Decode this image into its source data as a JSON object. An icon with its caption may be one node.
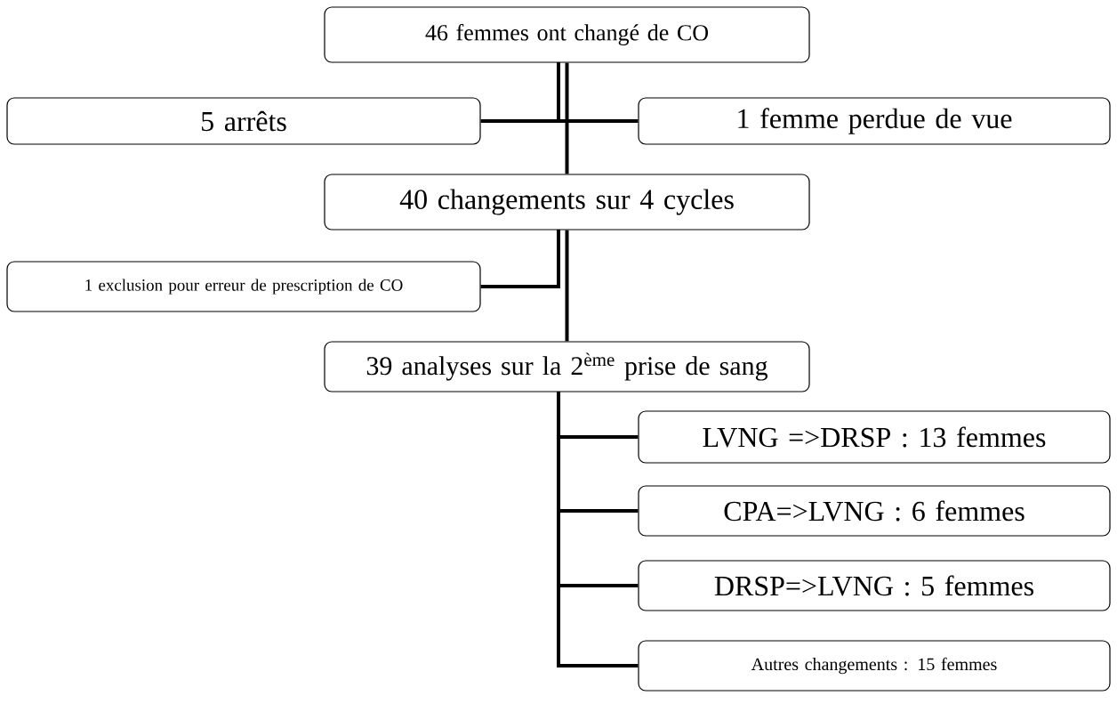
{
  "diagram": {
    "nodes": [
      {
        "text": [
          "46 femmes ont changé de CO"
        ]
      },
      {
        "text": [
          "5 arrêts"
        ]
      },
      {
        "text": [
          "1 femme perdue de vue"
        ]
      },
      {
        "text": [
          "40 changements sur 4 cycles"
        ]
      },
      {
        "text": [
          "1 exclusion pour erreur de prescription de CO"
        ]
      },
      {
        "text": [
          "39 analyses sur la 2$^{ème}$ prise de sang"
        ]
      },
      {
        "text": [
          "LVNG =>DRSP : 13 femmes"
        ]
      },
      {
        "text": [
          "CPA=>LVNG : 6 femmes"
        ]
      },
      {
        "text": [
          "DRSP=>LVNG : 5 femmes"
        ]
      },
      {
        "text": [
          "Autres changements : 15 femmes"
        ]
      }
    ],
    "edges": [
      {
        "from": 0,
        "to": 1,
        "arrow": "none"
      },
      {
        "from": 0,
        "to": 2,
        "arrow": "none"
      },
      {
        "from": 0,
        "to": 3,
        "arrow": "none"
      },
      {
        "from": 3,
        "to": 4,
        "arrow": "none"
      },
      {
        "from": 3,
        "to": 5,
        "arrow": "none"
      },
      {
        "from": 5,
        "to": 6,
        "arrow": "none"
      },
      {
        "from": 5,
        "to": 7,
        "arrow": "none"
      },
      {
        "from": 5,
        "to": 8,
        "arrow": "none"
      },
      {
        "from": 5,
        "to": 9,
        "arrow": "none"
      }
    ]
  }
}
